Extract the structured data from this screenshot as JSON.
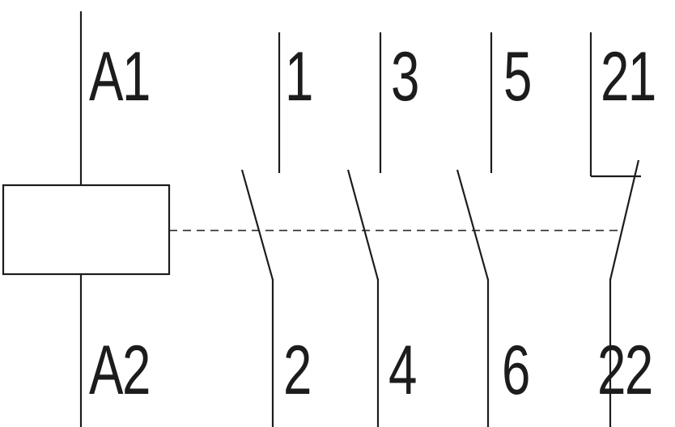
{
  "diagram": {
    "symbol": "contactor-coil-with-contacts",
    "coil": {
      "top_label": "A1",
      "bottom_label": "A2"
    },
    "poles": [
      {
        "top_label": "1",
        "bottom_label": "2"
      },
      {
        "top_label": "3",
        "bottom_label": "4"
      },
      {
        "top_label": "5",
        "bottom_label": "6"
      },
      {
        "top_label": "21",
        "bottom_label": "22"
      }
    ],
    "colors": {
      "line": "#1c1c1c",
      "text": "#1c1c1c",
      "background": "#ffffff"
    }
  }
}
